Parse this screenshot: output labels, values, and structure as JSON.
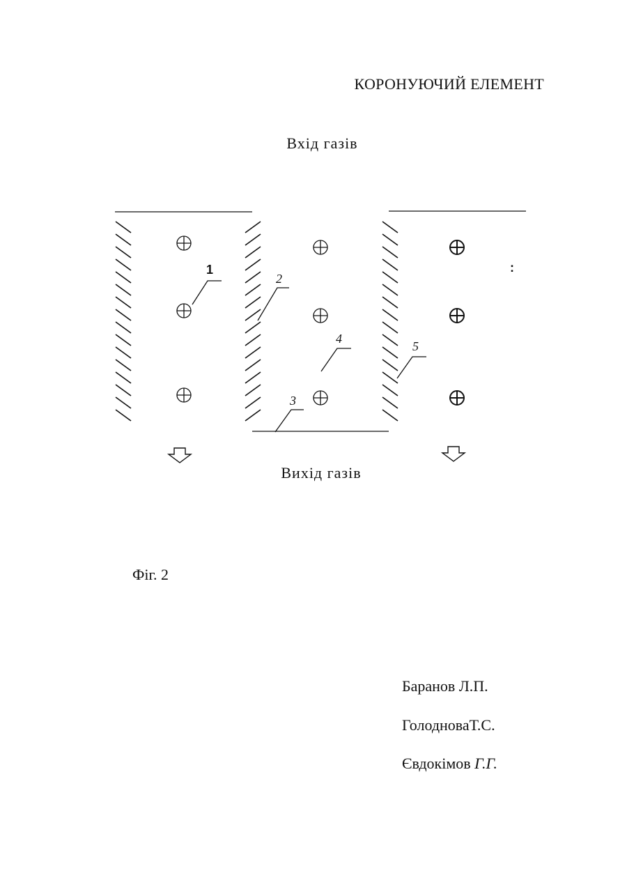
{
  "title": "КОРОНУЮЧИЙ ЕЛЕМЕНТ",
  "inlet_label": "Вхід газів",
  "outlet_label": "Вихід газів",
  "figure_label": "Фіг. 2",
  "callouts": [
    "1",
    "2",
    "3",
    "4",
    "5"
  ],
  "stray_mark": ":",
  "authors": [
    {
      "name": "Баранов Л.П.",
      "initials": ""
    },
    {
      "name": "ГолодноваТ.С.",
      "initials": ""
    },
    {
      "name": "Євдокімов ",
      "initials": "Г.Г."
    }
  ],
  "icons": {
    "electrode": "circle-plus-icon",
    "flow": "arrow-down-icon"
  },
  "colors": {
    "ink": "#111111",
    "paper": "#ffffff"
  }
}
